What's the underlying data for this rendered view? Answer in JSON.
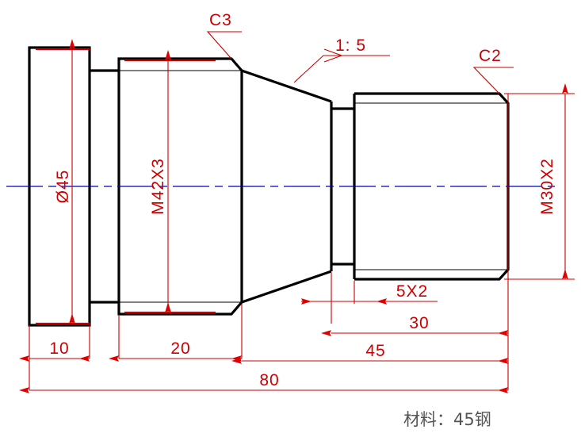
{
  "drawing": {
    "title": "Shaft part technical drawing",
    "colors": {
      "outline": "#000000",
      "dimension": "#cc0000",
      "arrow": "#e00000",
      "centerline": "#0000c8",
      "note": "#555555",
      "background": "#ffffff"
    },
    "note": "材料：45钢",
    "dimensions": {
      "diameter_flange": "Ø45",
      "thread_major": "M42X3",
      "thread_minor": "M30X2",
      "chamfer_left": "C3",
      "chamfer_right": "C2",
      "taper_ratio": "1: 5",
      "groove": "5X2",
      "length_flange": "10",
      "length_thread_major": "20",
      "length_right": "30",
      "length_mid": "45",
      "length_total": "80"
    }
  }
}
